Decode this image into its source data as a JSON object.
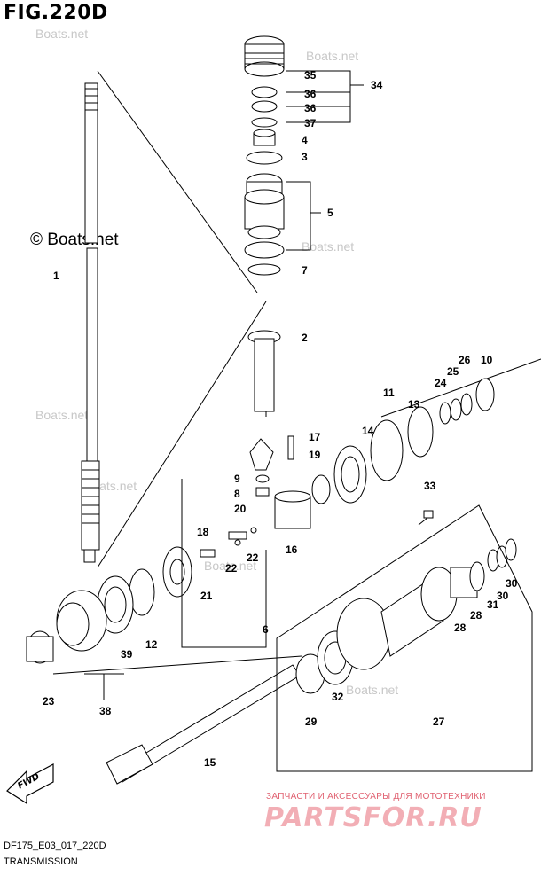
{
  "figure": {
    "title": "FIG.220D",
    "code": "DF175_E03_017_220D",
    "section": "TRANSMISSION"
  },
  "watermarks": {
    "copyright": "© Boats.net",
    "boats": "Boats.net",
    "shop_caption": "ЗАПЧАСТИ И АКСЕССУАРЫ ДЛЯ МОТОТЕХНИКИ",
    "shop_logo": "PARTSFOR.RU"
  },
  "fwd_label": "FWD",
  "callouts": [
    "35",
    "36",
    "36",
    "37",
    "34",
    "4",
    "3",
    "5",
    "7",
    "2",
    "1",
    "10",
    "26",
    "25",
    "24",
    "13",
    "11",
    "14",
    "17",
    "19",
    "9",
    "8",
    "20",
    "33",
    "18",
    "22",
    "22",
    "16",
    "21",
    "30",
    "31",
    "30",
    "28",
    "28",
    "12",
    "39",
    "23",
    "38",
    "6",
    "29",
    "32",
    "27",
    "15"
  ],
  "colors": {
    "line": "#000000",
    "watermark": "#c8c8c8",
    "logo": "#f2aeb5"
  }
}
